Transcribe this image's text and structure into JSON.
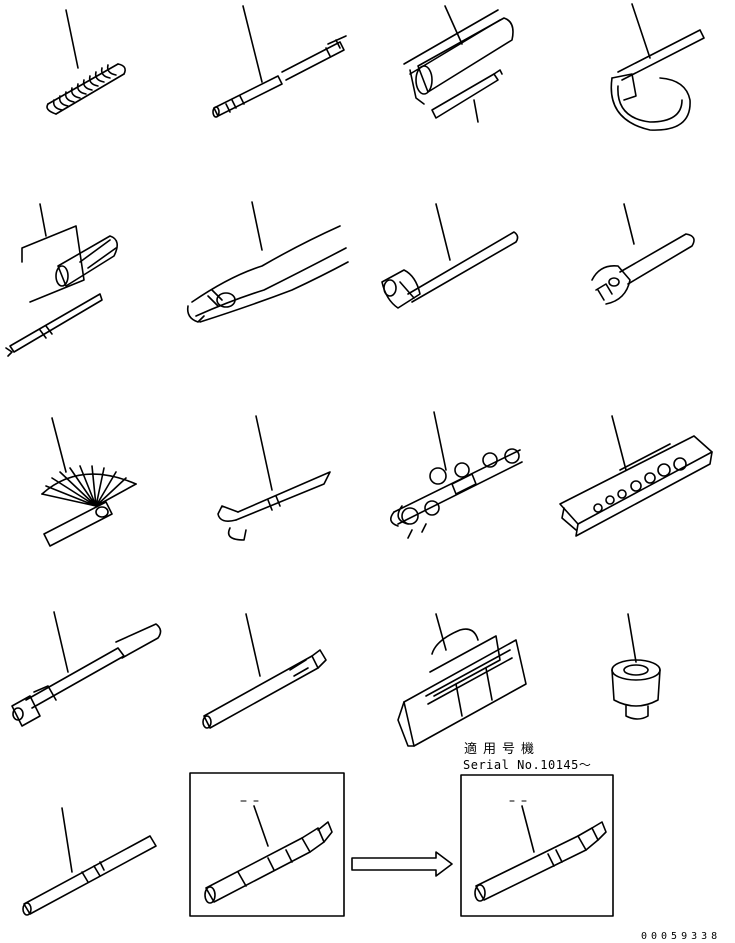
{
  "serial_note": {
    "japanese": "適用号機",
    "english": "Serial No.10145～"
  },
  "drawing_number": "00059338",
  "items": [
    {
      "name": "coil-spring-part"
    },
    {
      "name": "extension-bar-tool"
    },
    {
      "name": "grease-gun-tool"
    },
    {
      "name": "filter-wrench-tool"
    },
    {
      "name": "screwdriver-set-tool"
    },
    {
      "name": "pliers-tool"
    },
    {
      "name": "hammer-tool"
    },
    {
      "name": "adjustable-wrench-tool"
    },
    {
      "name": "feeler-gauge-tool"
    },
    {
      "name": "pry-bar-tool"
    },
    {
      "name": "wrench-set-tool"
    },
    {
      "name": "socket-set-case"
    },
    {
      "name": "socket-handle-tool"
    },
    {
      "name": "pen-type-tool"
    },
    {
      "name": "tool-bag"
    },
    {
      "name": "socket-part"
    },
    {
      "name": "rod-tool"
    },
    {
      "name": "old-nozzle-tool"
    },
    {
      "name": "new-nozzle-tool"
    }
  ]
}
